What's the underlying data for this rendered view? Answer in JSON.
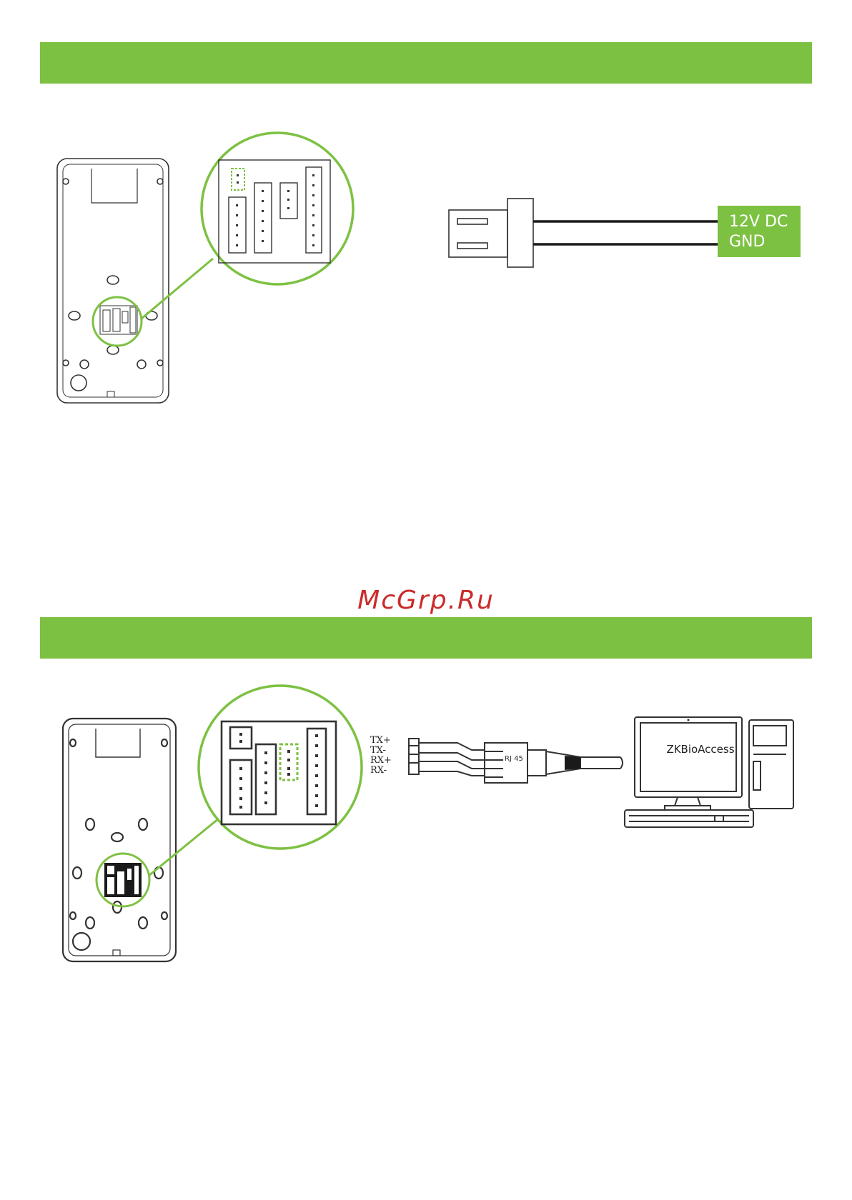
{
  "watermark": "McGrp.Ru",
  "power": {
    "label_12v": "12V DC",
    "label_gnd": "GND",
    "accent": "#7dc142"
  },
  "rs485": {
    "pins": [
      "TX+",
      "TX-",
      "RX+",
      "RX-"
    ],
    "connector_label": "RJ 45",
    "pc_app": "ZKBioAccess"
  },
  "colors": {
    "green": "#7dc142",
    "outline": "#333333",
    "watermark": "#cc2a2a"
  }
}
